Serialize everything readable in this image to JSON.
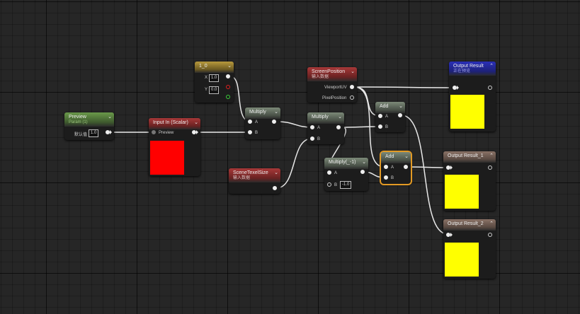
{
  "colors": {
    "preview_red": "#ff0000",
    "output_yellow": "#ffff00",
    "selection_outline": "#e39a24"
  },
  "nodes": {
    "preview": {
      "title": "Preview",
      "subtitle": "Param (1)",
      "field_label": "默认值",
      "value": "1.0"
    },
    "input_in": {
      "title": "Input In (Scalar)",
      "pin_preview": "Preview"
    },
    "vec": {
      "title": "1_0",
      "x_label": "X",
      "x_value": "1.0",
      "y_label": "Y",
      "y_value": "0.0"
    },
    "multiply1": {
      "title": "Multiply",
      "a": "A",
      "b": "B"
    },
    "scene_texel": {
      "title": "SceneTexelSize",
      "subtitle": "输入数据"
    },
    "multiply2": {
      "title": "Multiply",
      "a": "A",
      "b": "B"
    },
    "screen_position": {
      "title": "ScreenPosition",
      "subtitle": "输入数据",
      "pin_viewport": "ViewportUV",
      "pin_pixel": "PixelPosition"
    },
    "multiply_neg": {
      "title": "Multiply(_-1)",
      "a": "A",
      "b": "B",
      "b_value": "-1.0"
    },
    "add1": {
      "title": "Add",
      "a": "A",
      "b": "B"
    },
    "add2": {
      "title": "Add",
      "a": "A",
      "b": "B"
    },
    "output": {
      "title": "Output Result",
      "subtitle": "正在预览"
    },
    "output1": {
      "title": "Output Result_1"
    },
    "output2": {
      "title": "Output Result_2"
    }
  }
}
